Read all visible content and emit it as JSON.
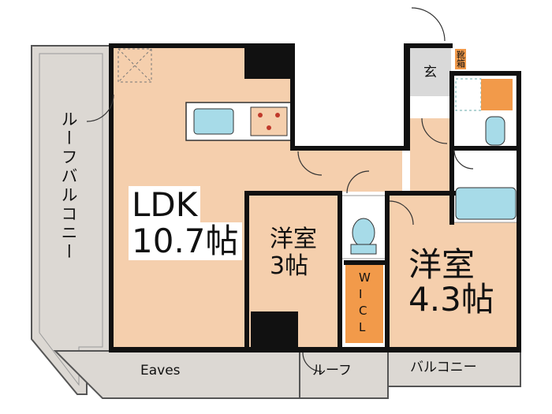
{
  "rooms": {
    "ldk_name": "LDK",
    "ldk_size": "10.7帖",
    "room3_name": "洋室",
    "room3_size": "3帖",
    "room43_name": "洋室",
    "room43_size": "4.3帖",
    "wicl": "W\nI\nC\nL",
    "genkan": "玄",
    "shoebox": "靴箱"
  },
  "exterior": {
    "roof_balcony": "ルーフバルコニー",
    "eaves": "Eaves",
    "roof": "ルーフ",
    "balcony": "バルコニー"
  },
  "colors": {
    "room_fill": "#f5cfad",
    "exterior_fill": "#dcd8d3",
    "wall": "#111111",
    "fixture_blue": "#a7dbe8",
    "closet_orange": "#f29a4a",
    "entry_gray": "#d9d9d9"
  }
}
